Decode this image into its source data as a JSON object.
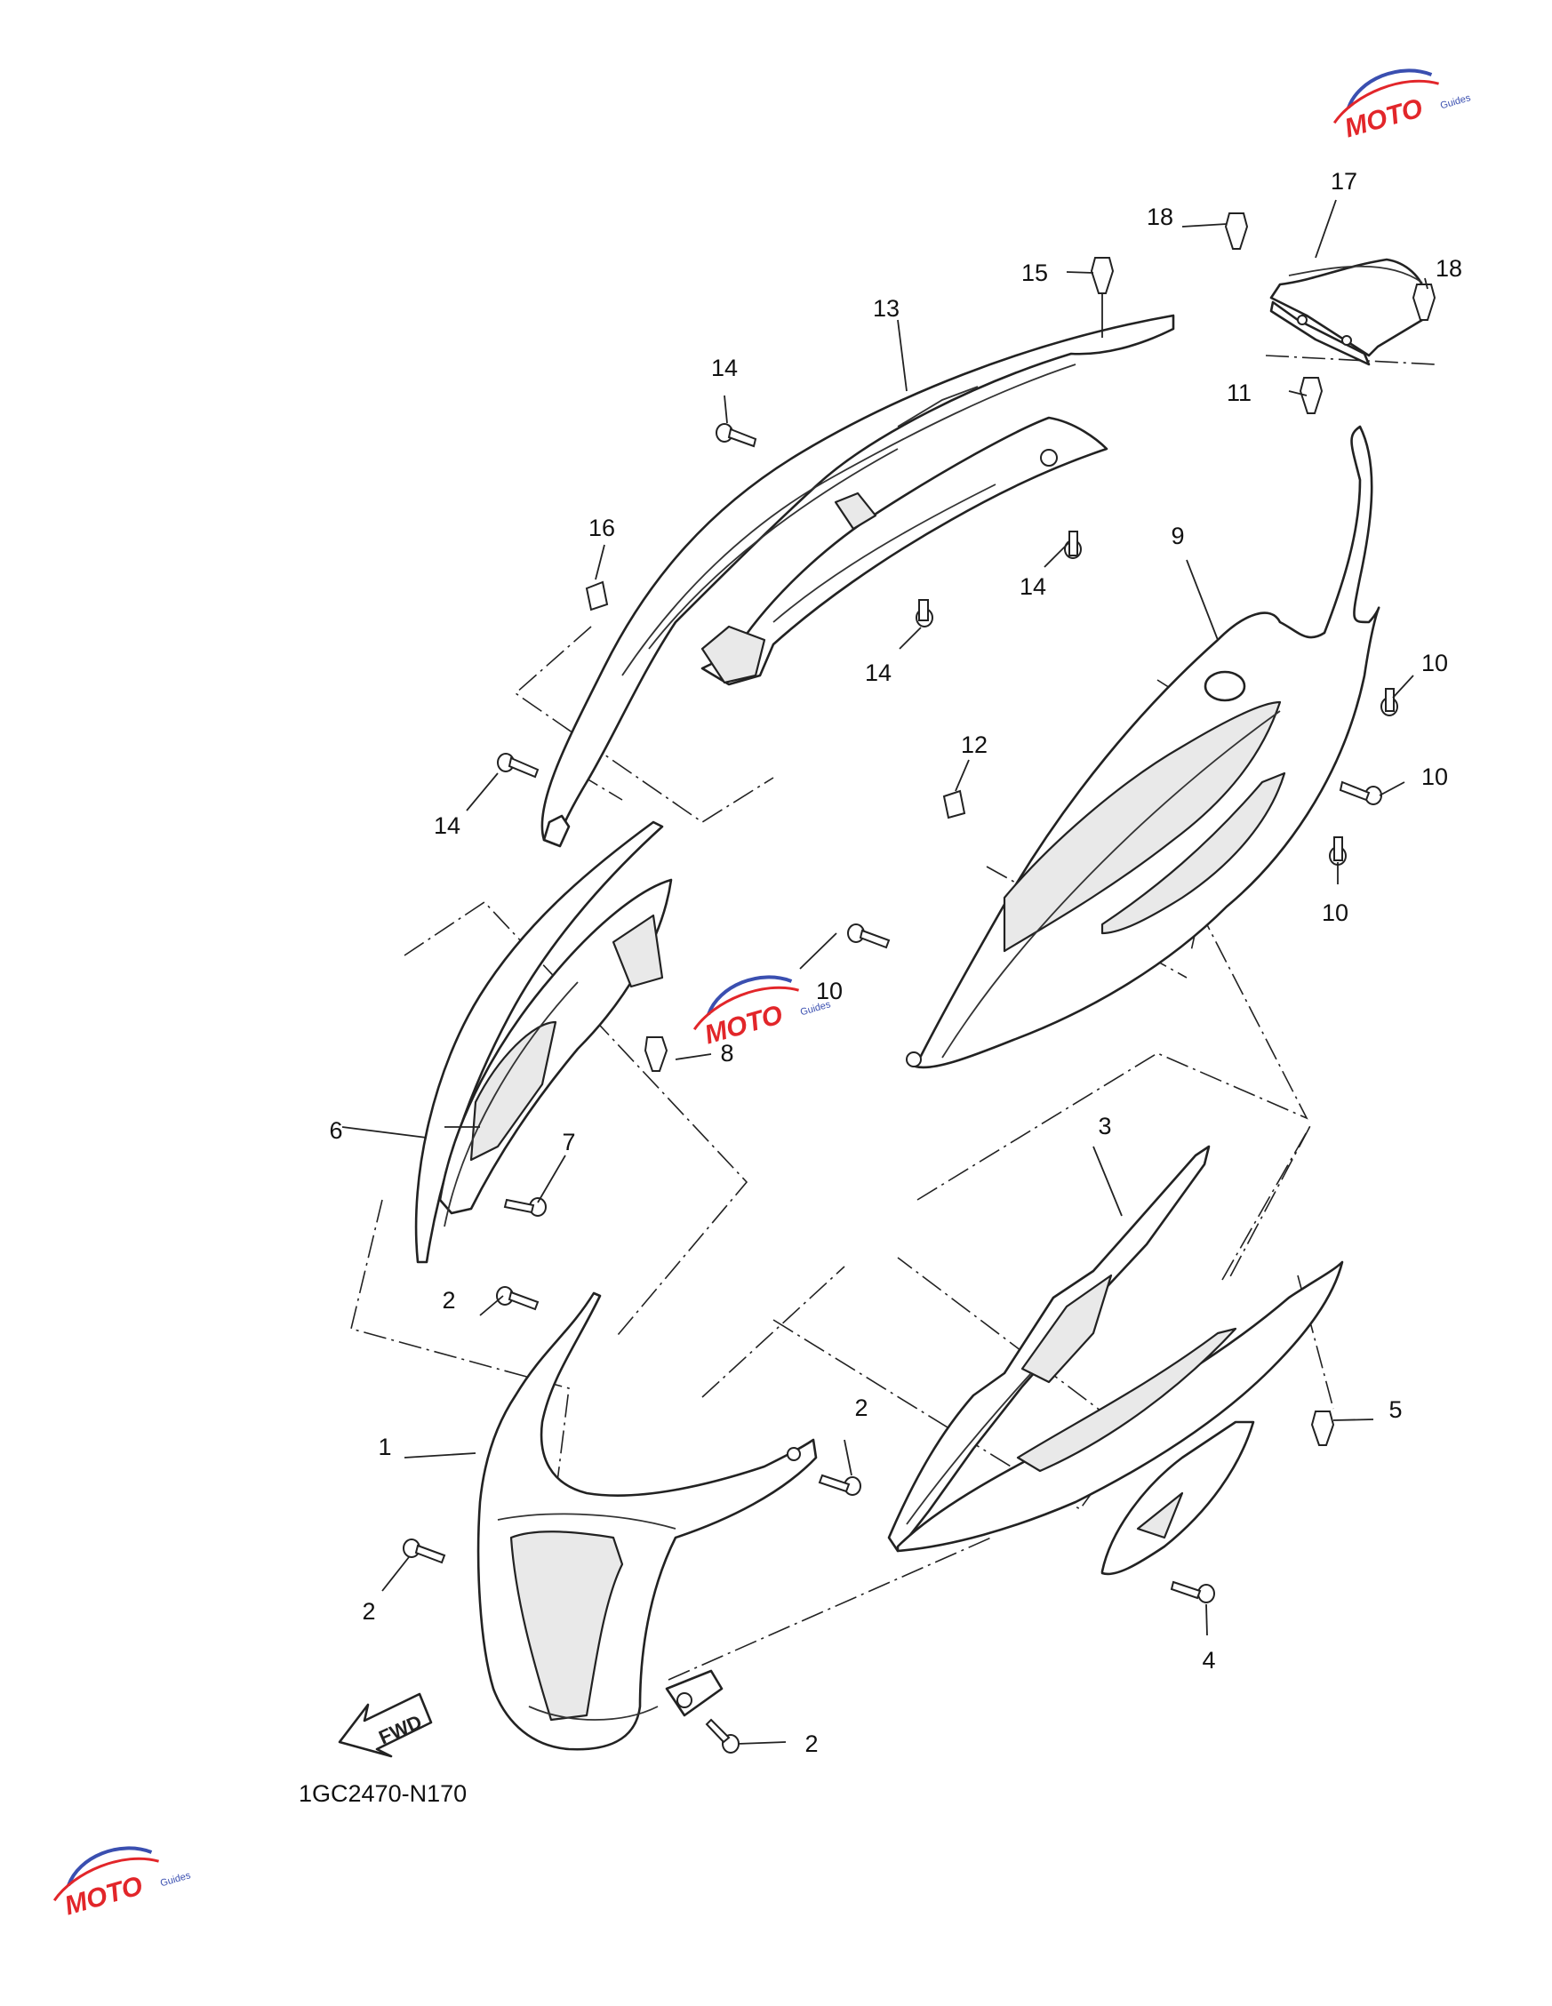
{
  "diagram": {
    "reference_code": "1GC2470-N170",
    "direction_label": "FWD",
    "callouts": [
      "1",
      "2",
      "3",
      "4",
      "5",
      "6",
      "7",
      "8",
      "9",
      "10",
      "11",
      "12",
      "13",
      "14",
      "15",
      "16",
      "17",
      "18"
    ]
  },
  "watermark": {
    "brand": "MOTO",
    "tagline": "Guides",
    "colors": {
      "primary": "#e2262a",
      "secondary": "#3a4fb0"
    }
  }
}
